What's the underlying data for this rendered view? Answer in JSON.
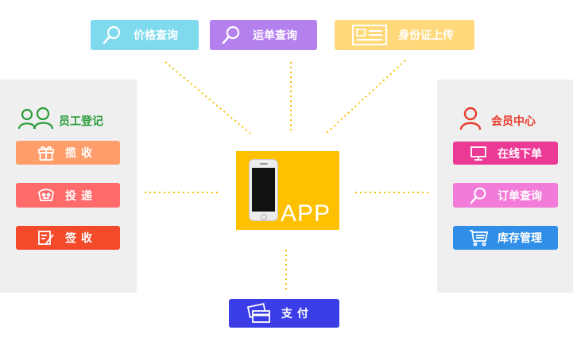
{
  "top_buttons": [
    {
      "label": "价格查询",
      "color": "#7fdaee",
      "icon": "search-icon"
    },
    {
      "label": "运单查询",
      "color": "#b480ee",
      "icon": "search-icon"
    },
    {
      "label": "身份证上传",
      "color": "#ffd97b",
      "icon": "id-card-icon"
    }
  ],
  "left_panel": {
    "header": "员工登记",
    "header_color": "#2a9d3a",
    "items": [
      {
        "label": "揽收",
        "color": "#ff9d6b",
        "icon": "gift-icon"
      },
      {
        "label": "投递",
        "color": "#ff6b6b",
        "icon": "delivery-icon"
      },
      {
        "label": "签收",
        "color": "#f24a2a",
        "icon": "sign-icon"
      }
    ]
  },
  "right_panel": {
    "header": "会员中心",
    "header_color": "#e83a2a",
    "items": [
      {
        "label": "在线下单",
        "color": "#ea3a95",
        "icon": "monitor-icon"
      },
      {
        "label": "订单查询",
        "color": "#f27ad8",
        "icon": "search-icon"
      },
      {
        "label": "库存管理",
        "color": "#2f8fe8",
        "icon": "cart-icon"
      }
    ]
  },
  "center": {
    "label": "APP",
    "color": "#ffc000"
  },
  "bottom_button": {
    "label": "支付",
    "color": "#3b3de6",
    "icon": "card-icon"
  },
  "dot_color": "#f5c000"
}
